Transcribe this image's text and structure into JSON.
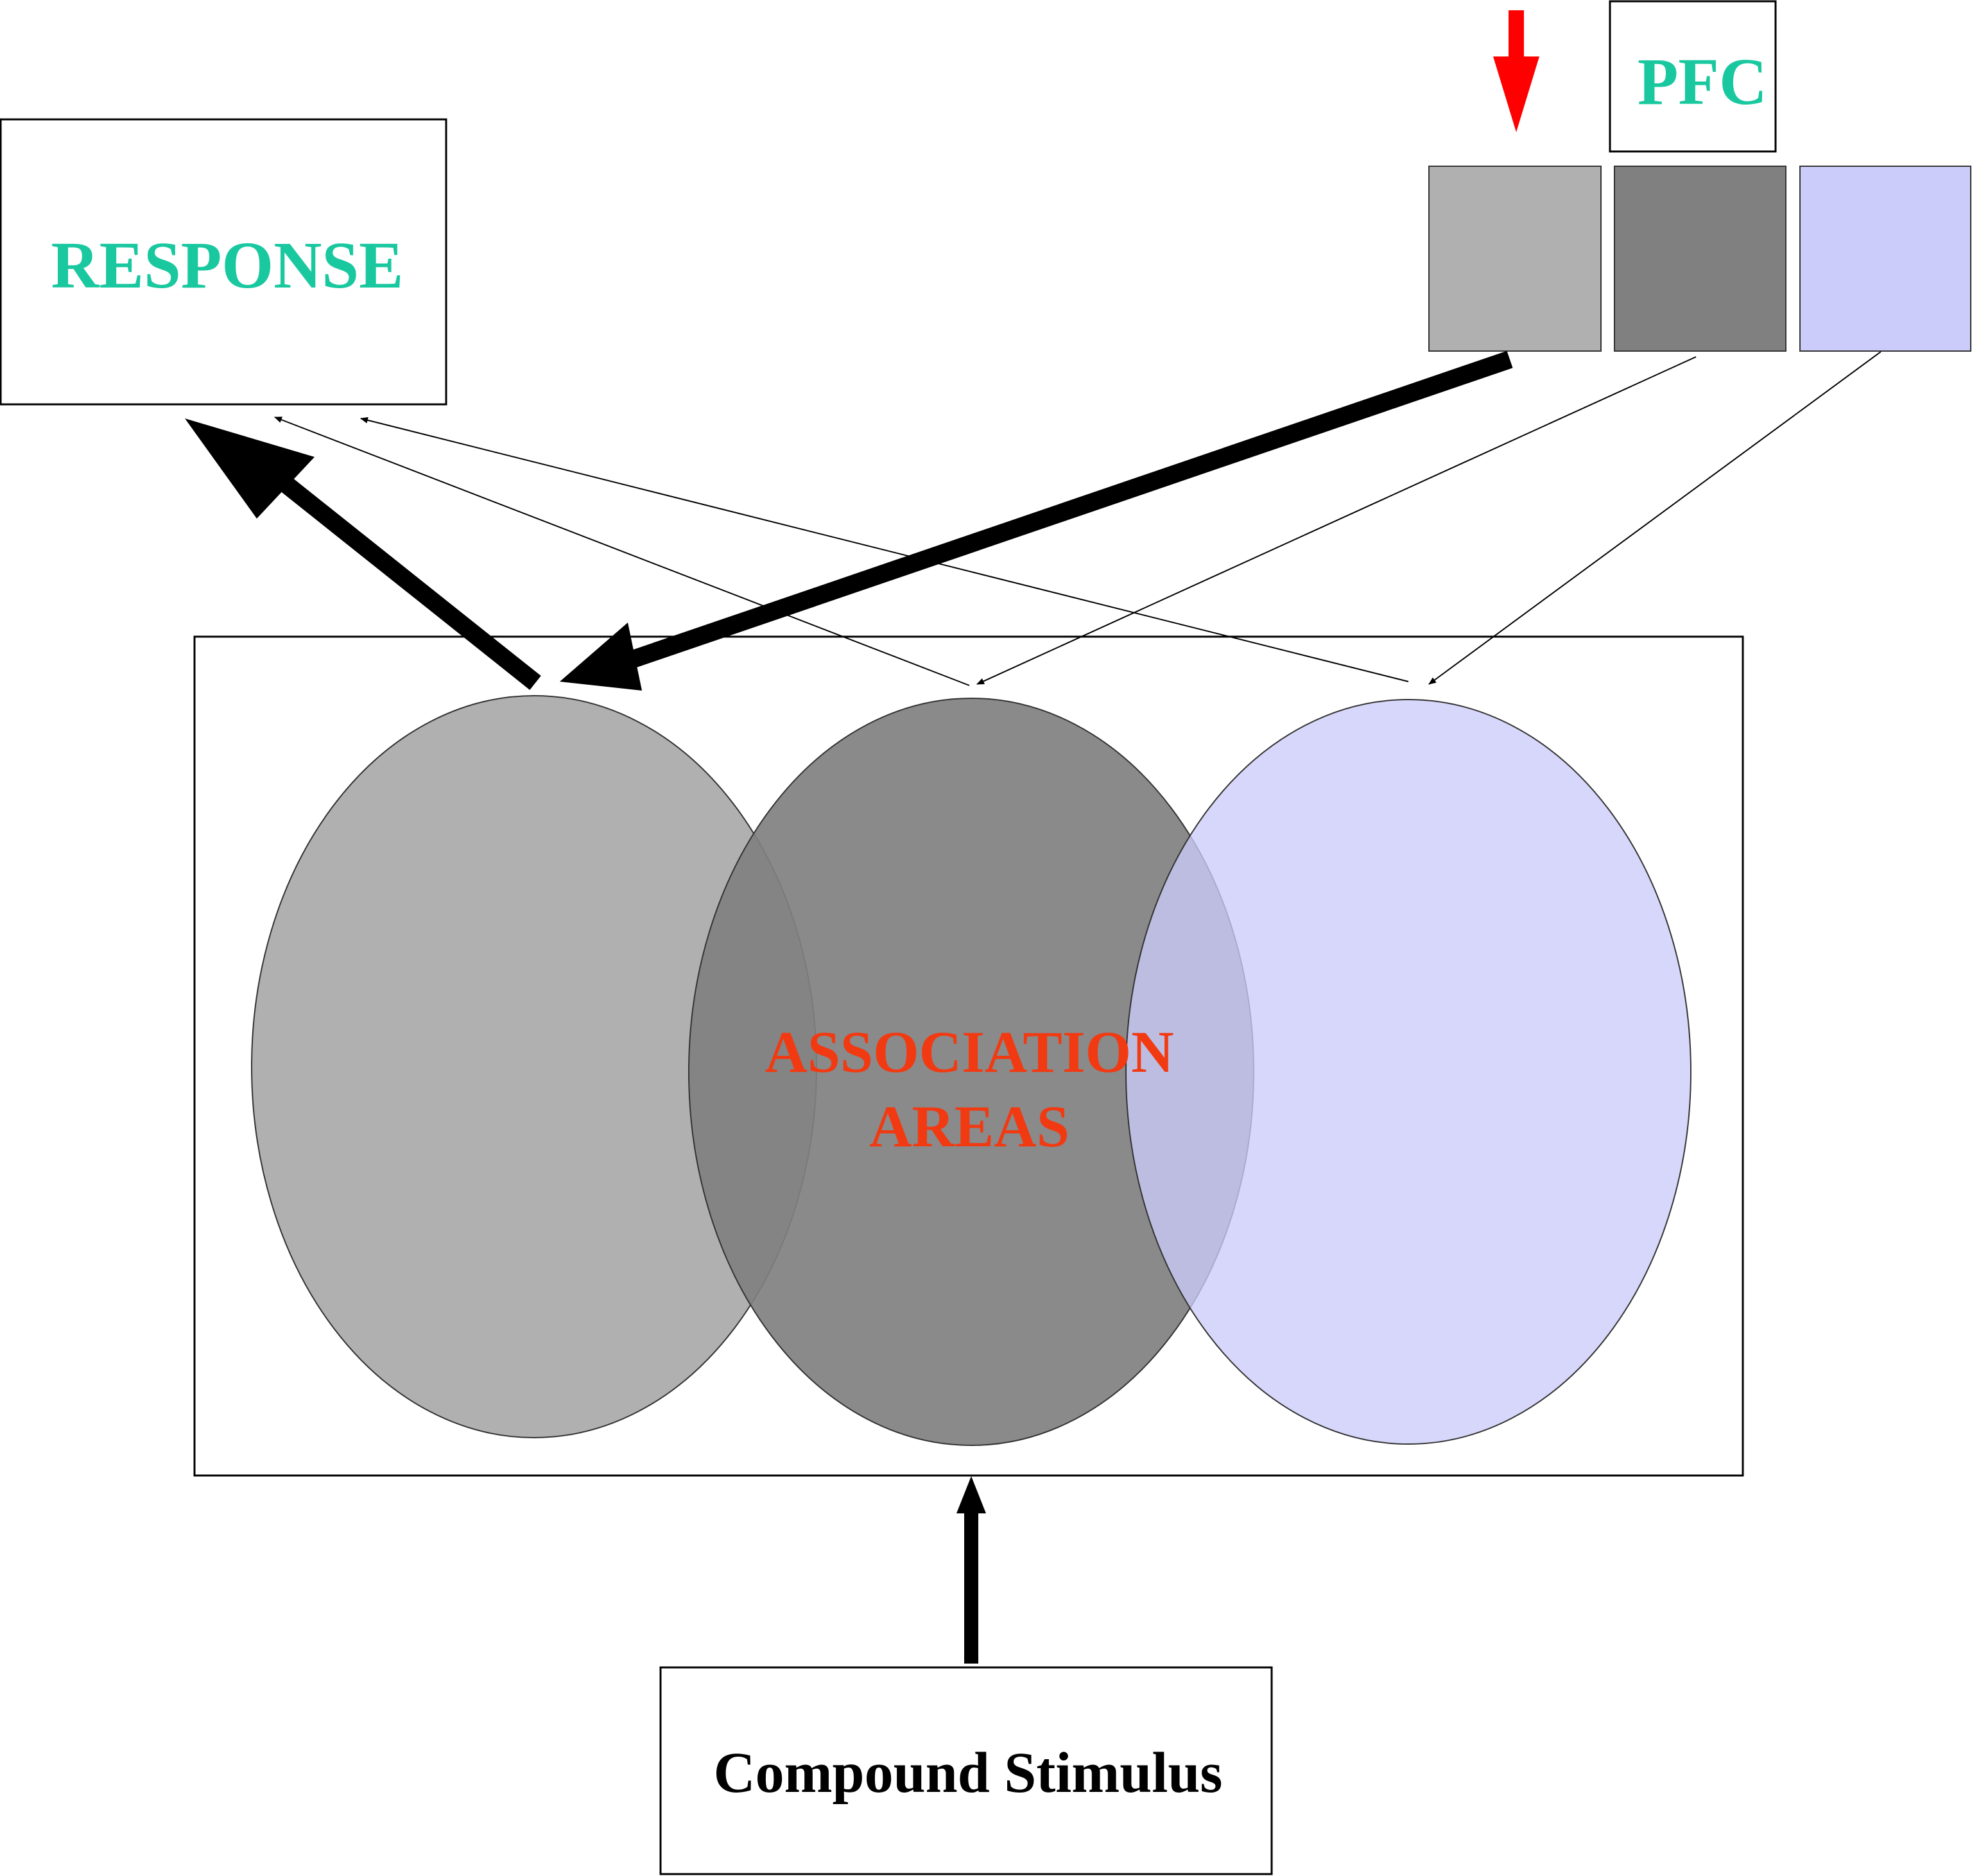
{
  "nodes": {
    "response": {
      "label": "RESPONSE"
    },
    "pfc": {
      "label": "PFC"
    },
    "association_areas": {
      "line1": "ASSOCIATION",
      "line2": "AREAS"
    },
    "compound_stimulus": {
      "label": "Compound Stimulus"
    }
  },
  "colors": {
    "teal_text": "#1ac8a0",
    "red_text": "#f23a12",
    "red_arrow": "#ff0000",
    "light_gray": "#b0b0b0",
    "dark_gray": "#808080",
    "lavender": "#ccccfa",
    "black": "#000000"
  }
}
